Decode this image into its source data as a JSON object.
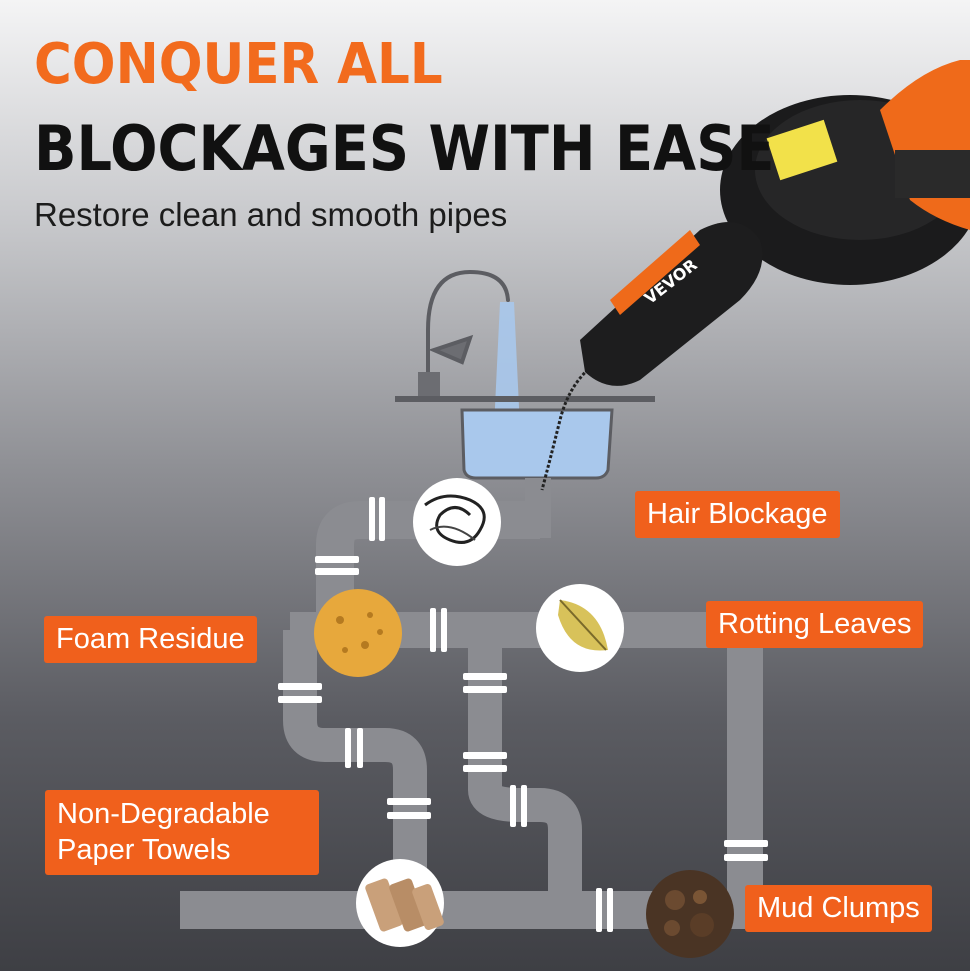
{
  "headline": {
    "line1": "CONQUER ALL",
    "line2": "BLOCKAGES WITH EASE",
    "subtitle": "Restore clean and smooth pipes"
  },
  "product": {
    "brand": "VEVOR"
  },
  "callouts": {
    "hair": "Hair Blockage",
    "leaves": "Rotting Leaves",
    "foam": "Foam Residue",
    "paper_line1": "Non-Degradable",
    "paper_line2": "Paper Towels",
    "mud": "Mud Clumps"
  },
  "colors": {
    "accent": "#f0601c",
    "pipe": "#8b8c91",
    "water": "#a9c8ec",
    "headline_dark": "#111111"
  }
}
